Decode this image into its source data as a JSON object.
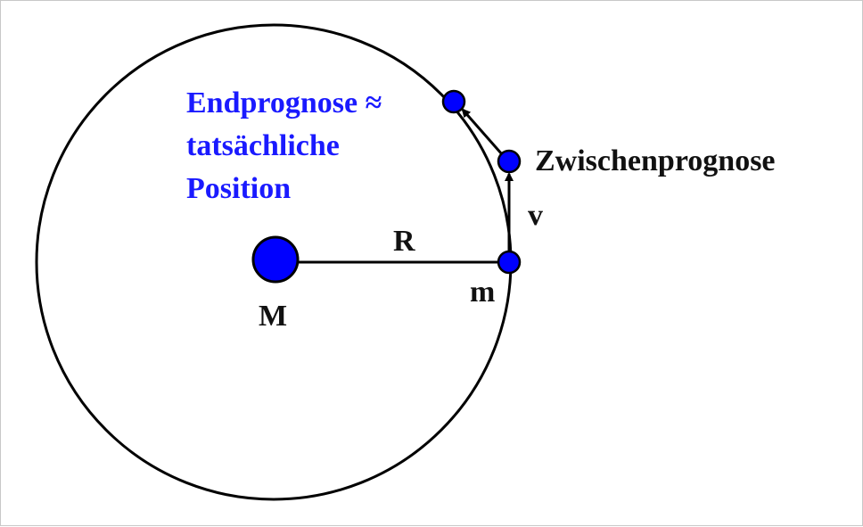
{
  "labels": {
    "central_mass": "M",
    "radius": "R",
    "orbiting_mass": "m",
    "velocity": "v",
    "intermediate_forecast": "Zwischenprognose",
    "final_forecast_line1": "Endprognose ≈",
    "final_forecast_line2": "tatsächliche",
    "final_forecast_line3": "Position"
  },
  "colors": {
    "mass_fill": "#0000ff",
    "outline": "#000000",
    "blue_text": "#1a1aff",
    "dark_text": "#111111"
  }
}
